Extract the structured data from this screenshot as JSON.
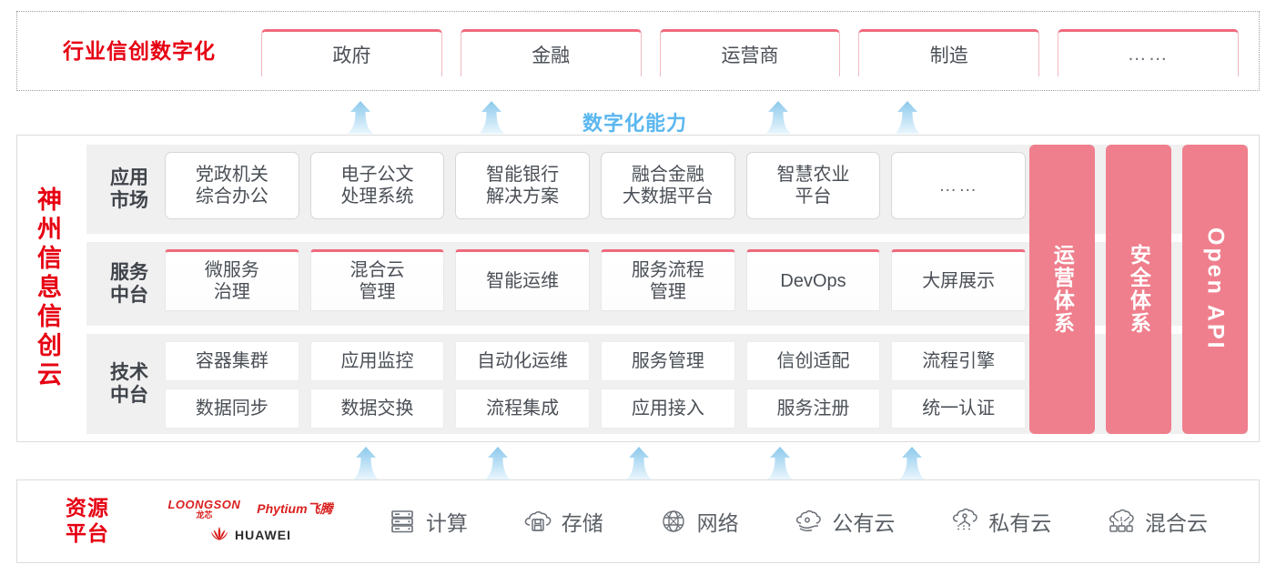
{
  "industry": {
    "title": "行业信创数字化",
    "cards": [
      {
        "label": "政府"
      },
      {
        "label": "金融"
      },
      {
        "label": "运营商"
      },
      {
        "label": "制造"
      },
      {
        "label": "……"
      }
    ]
  },
  "capability": {
    "label": "数字化能力",
    "arrow_color": "#bfe2f7"
  },
  "cloud": {
    "title_chars": [
      "神",
      "州",
      "信",
      "息",
      "信",
      "创",
      "云"
    ],
    "layers": [
      {
        "label": "应用\n市场",
        "label_line1": "应用",
        "label_line2": "市场",
        "cells": [
          {
            "line1": "党政机关",
            "line2": "综合办公"
          },
          {
            "line1": "电子公文",
            "line2": "处理系统"
          },
          {
            "line1": "智能银行",
            "line2": "解决方案"
          },
          {
            "line1": "融合金融",
            "line2": "大数据平台"
          },
          {
            "line1": "智慧农业",
            "line2": "平台"
          },
          {
            "line1": "……",
            "line2": ""
          }
        ]
      },
      {
        "label_line1": "服务",
        "label_line2": "中台",
        "cells": [
          {
            "line1": "微服务",
            "line2": "治理"
          },
          {
            "line1": "混合云",
            "line2": "管理"
          },
          {
            "line1": "智能运维",
            "line2": ""
          },
          {
            "line1": "服务流程",
            "line2": "管理"
          },
          {
            "line1": "DevOps",
            "line2": ""
          },
          {
            "line1": "大屏展示",
            "line2": ""
          }
        ]
      },
      {
        "label_line1": "技术",
        "label_line2": "中台",
        "row1": [
          "容器集群",
          "应用监控",
          "自动化运维",
          "服务管理",
          "信创适配",
          "流程引擎"
        ],
        "row2": [
          "数据同步",
          "数据交换",
          "流程集成",
          "应用接入",
          "服务注册",
          "统一认证"
        ]
      }
    ],
    "pillars": [
      {
        "label": "运营体系",
        "latin": false
      },
      {
        "label": "安全体系",
        "latin": false
      },
      {
        "label": "Open API",
        "latin": true
      }
    ],
    "pillar_color": "#ef7f8d"
  },
  "resource": {
    "title_line1": "资源",
    "title_line2": "平台",
    "vendors": [
      {
        "name": "LOONGSON",
        "sub": "龙芯"
      },
      {
        "name": "Phytium飞腾",
        "sub": ""
      },
      {
        "name": "HUAWEI",
        "sub": ""
      }
    ],
    "items": [
      {
        "label": "计算",
        "icon": "server-icon"
      },
      {
        "label": "存储",
        "icon": "cloud-storage-icon"
      },
      {
        "label": "网络",
        "icon": "network-globe-icon"
      },
      {
        "label": "公有云",
        "icon": "public-cloud-icon"
      },
      {
        "label": "私有云",
        "icon": "private-cloud-icon"
      },
      {
        "label": "混合云",
        "icon": "hybrid-cloud-icon"
      }
    ]
  },
  "colors": {
    "brand_red": "#e60012",
    "accent_pink": "#ef6a7c",
    "pillar_pink": "#ef7f8d",
    "arrow_blue": "#bfe2f7",
    "capability_blue": "#5bb7ef",
    "layer_bg": "#f0f0f0"
  }
}
